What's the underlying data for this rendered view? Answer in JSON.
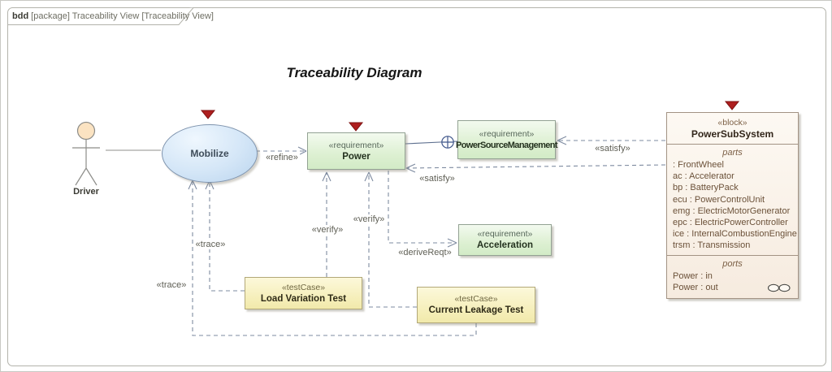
{
  "frame": {
    "tab_keyword": "bdd",
    "tab_text": "[package] Traceability View [Traceability View]"
  },
  "title": "Traceability Diagram",
  "actor": {
    "name": "Driver"
  },
  "usecase": {
    "name": "Mobilize"
  },
  "requirements": {
    "power": {
      "stereotype": "«requirement»",
      "name": "Power"
    },
    "power_source": {
      "stereotype": "«requirement»",
      "name": "PowerSourceManagement"
    },
    "acceleration": {
      "stereotype": "«requirement»",
      "name": "Acceleration"
    }
  },
  "testcases": {
    "load_variation": {
      "stereotype": "«testCase»",
      "name": "Load Variation Test"
    },
    "current_leakage": {
      "stereotype": "«testCase»",
      "name": "Current Leakage Test"
    }
  },
  "block": {
    "stereotype": "«block»",
    "name": "PowerSubSystem",
    "parts_label": "parts",
    "parts": [
      ": FrontWheel",
      "ac : Accelerator",
      "bp : BatteryPack",
      "ecu : PowerControlUnit",
      "emg : ElectricMotorGenerator",
      "epc : ElectricPowerController",
      "ice : InternalCombustionEngine",
      "trsm : Transmission"
    ],
    "ports_label": "ports",
    "ports": [
      "Power : in",
      "Power : out"
    ]
  },
  "connector_labels": {
    "refine": "«refine»",
    "satisfy_psm": "«satisfy»",
    "satisfy_power": "«satisfy»",
    "derive_reqt": "«deriveReqt»",
    "verify_load": "«verify»",
    "verify_leakage": "«verify»",
    "trace_load": "«trace»",
    "trace_leakage": "«trace»"
  },
  "colors": {
    "marker_red": "#ae1f1f",
    "usecase_fill": "#cfe3f6",
    "requirement_fill": "#ddf0d2",
    "testcase_fill": "#f5eeb8",
    "block_fill": "#f6ebdf",
    "connector": "#7e8ba0",
    "frame_border": "#b3b3ab"
  }
}
